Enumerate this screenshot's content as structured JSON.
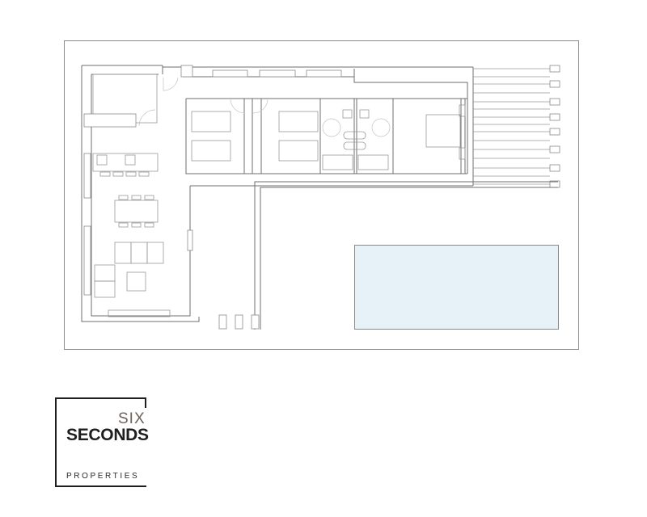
{
  "plan": {
    "pool_color": "#e6f2f7",
    "wall_color": "#6f6f6f"
  },
  "logo": {
    "line1": "SIX",
    "line2": "SECONDS",
    "line3": "PROPERTIES",
    "accent_color": "#6d625b"
  }
}
